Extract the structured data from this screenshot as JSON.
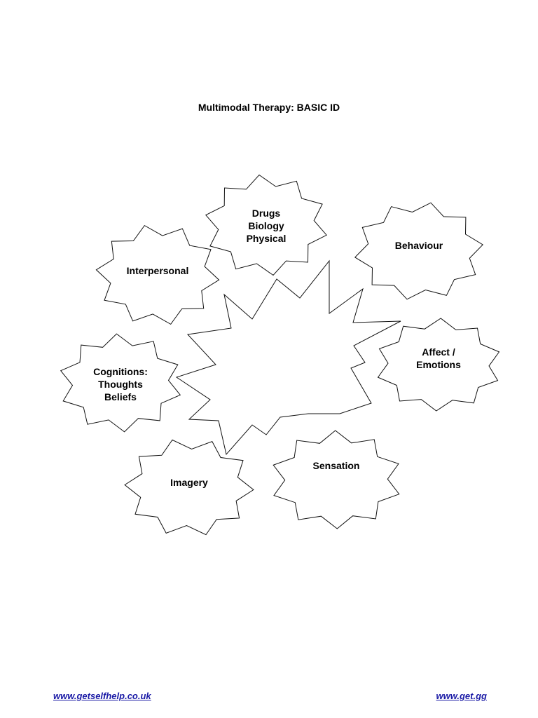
{
  "title": "Multimodal Therapy:  BASIC ID",
  "modalities": [
    {
      "id": "drugs",
      "lines": [
        "Drugs",
        "Biology",
        "Physical"
      ]
    },
    {
      "id": "behaviour",
      "lines": [
        "Behaviour"
      ]
    },
    {
      "id": "interpersonal",
      "lines": [
        "Interpersonal"
      ]
    },
    {
      "id": "affect",
      "lines": [
        "Affect /",
        "Emotions"
      ]
    },
    {
      "id": "cognitions",
      "lines": [
        "Cognitions:",
        "Thoughts",
        "Beliefs"
      ]
    },
    {
      "id": "imagery",
      "lines": [
        "Imagery"
      ]
    },
    {
      "id": "sensation",
      "lines": [
        "Sensation"
      ]
    }
  ],
  "footer": {
    "left_link": "www.getselfhelp.co.uk",
    "right_link": "www.get.gg"
  },
  "colors": {
    "outline": "#111111",
    "link": "#1a1aa6"
  }
}
